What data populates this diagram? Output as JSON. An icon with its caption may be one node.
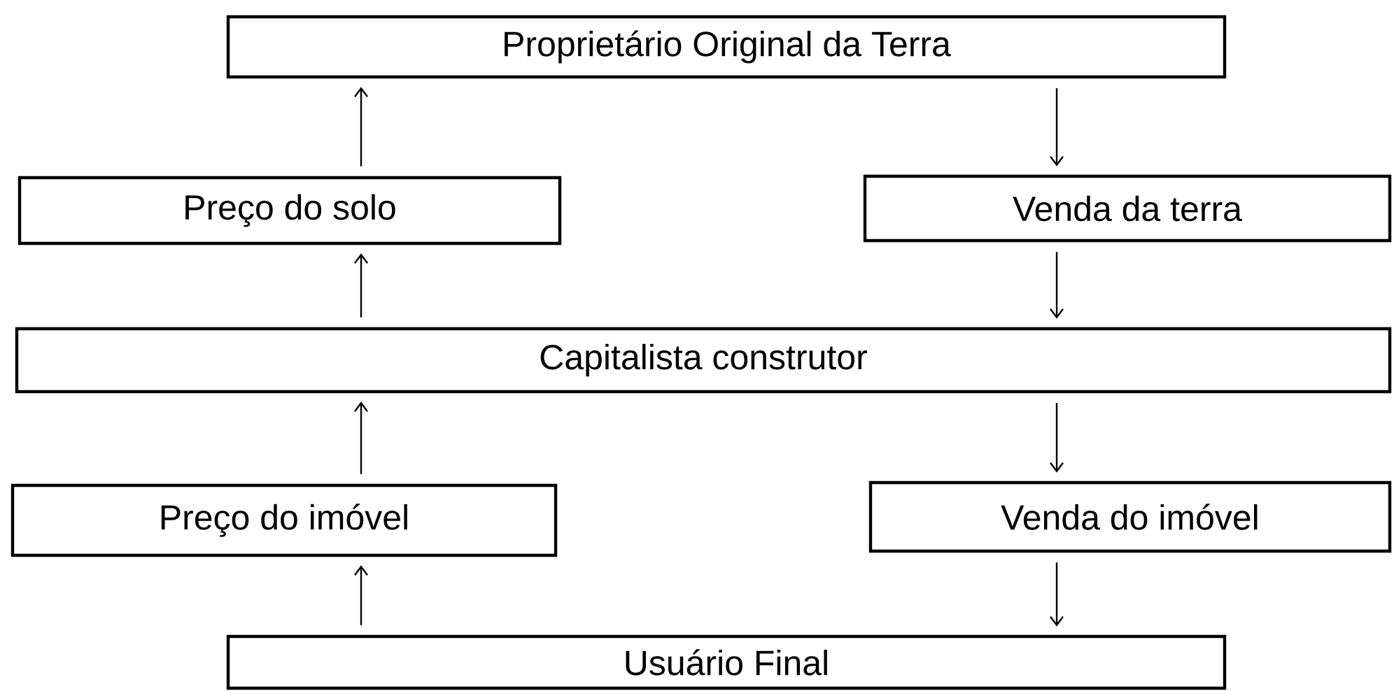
{
  "diagram": {
    "nodes": [
      {
        "text": [
          "Proprietário Original da Terra"
        ]
      },
      {
        "text": [
          "Preço do solo"
        ]
      },
      {
        "text": [
          "Venda da terra"
        ]
      },
      {
        "text": [
          "Capitalista construtor"
        ]
      },
      {
        "text": [
          "Preço do imóvel"
        ]
      },
      {
        "text": [
          "Venda do imóvel"
        ]
      },
      {
        "text": [
          "Usuário Final"
        ]
      }
    ],
    "edges": [
      {
        "from": 1,
        "to": 0,
        "arrow": "to"
      },
      {
        "from": 0,
        "to": 2,
        "arrow": "to"
      },
      {
        "from": 3,
        "to": 1,
        "arrow": "to"
      },
      {
        "from": 2,
        "to": 3,
        "arrow": "to"
      },
      {
        "from": 4,
        "to": 3,
        "arrow": "to"
      },
      {
        "from": 3,
        "to": 5,
        "arrow": "to"
      },
      {
        "from": 6,
        "to": 4,
        "arrow": "to"
      },
      {
        "from": 5,
        "to": 6,
        "arrow": "to"
      }
    ]
  }
}
